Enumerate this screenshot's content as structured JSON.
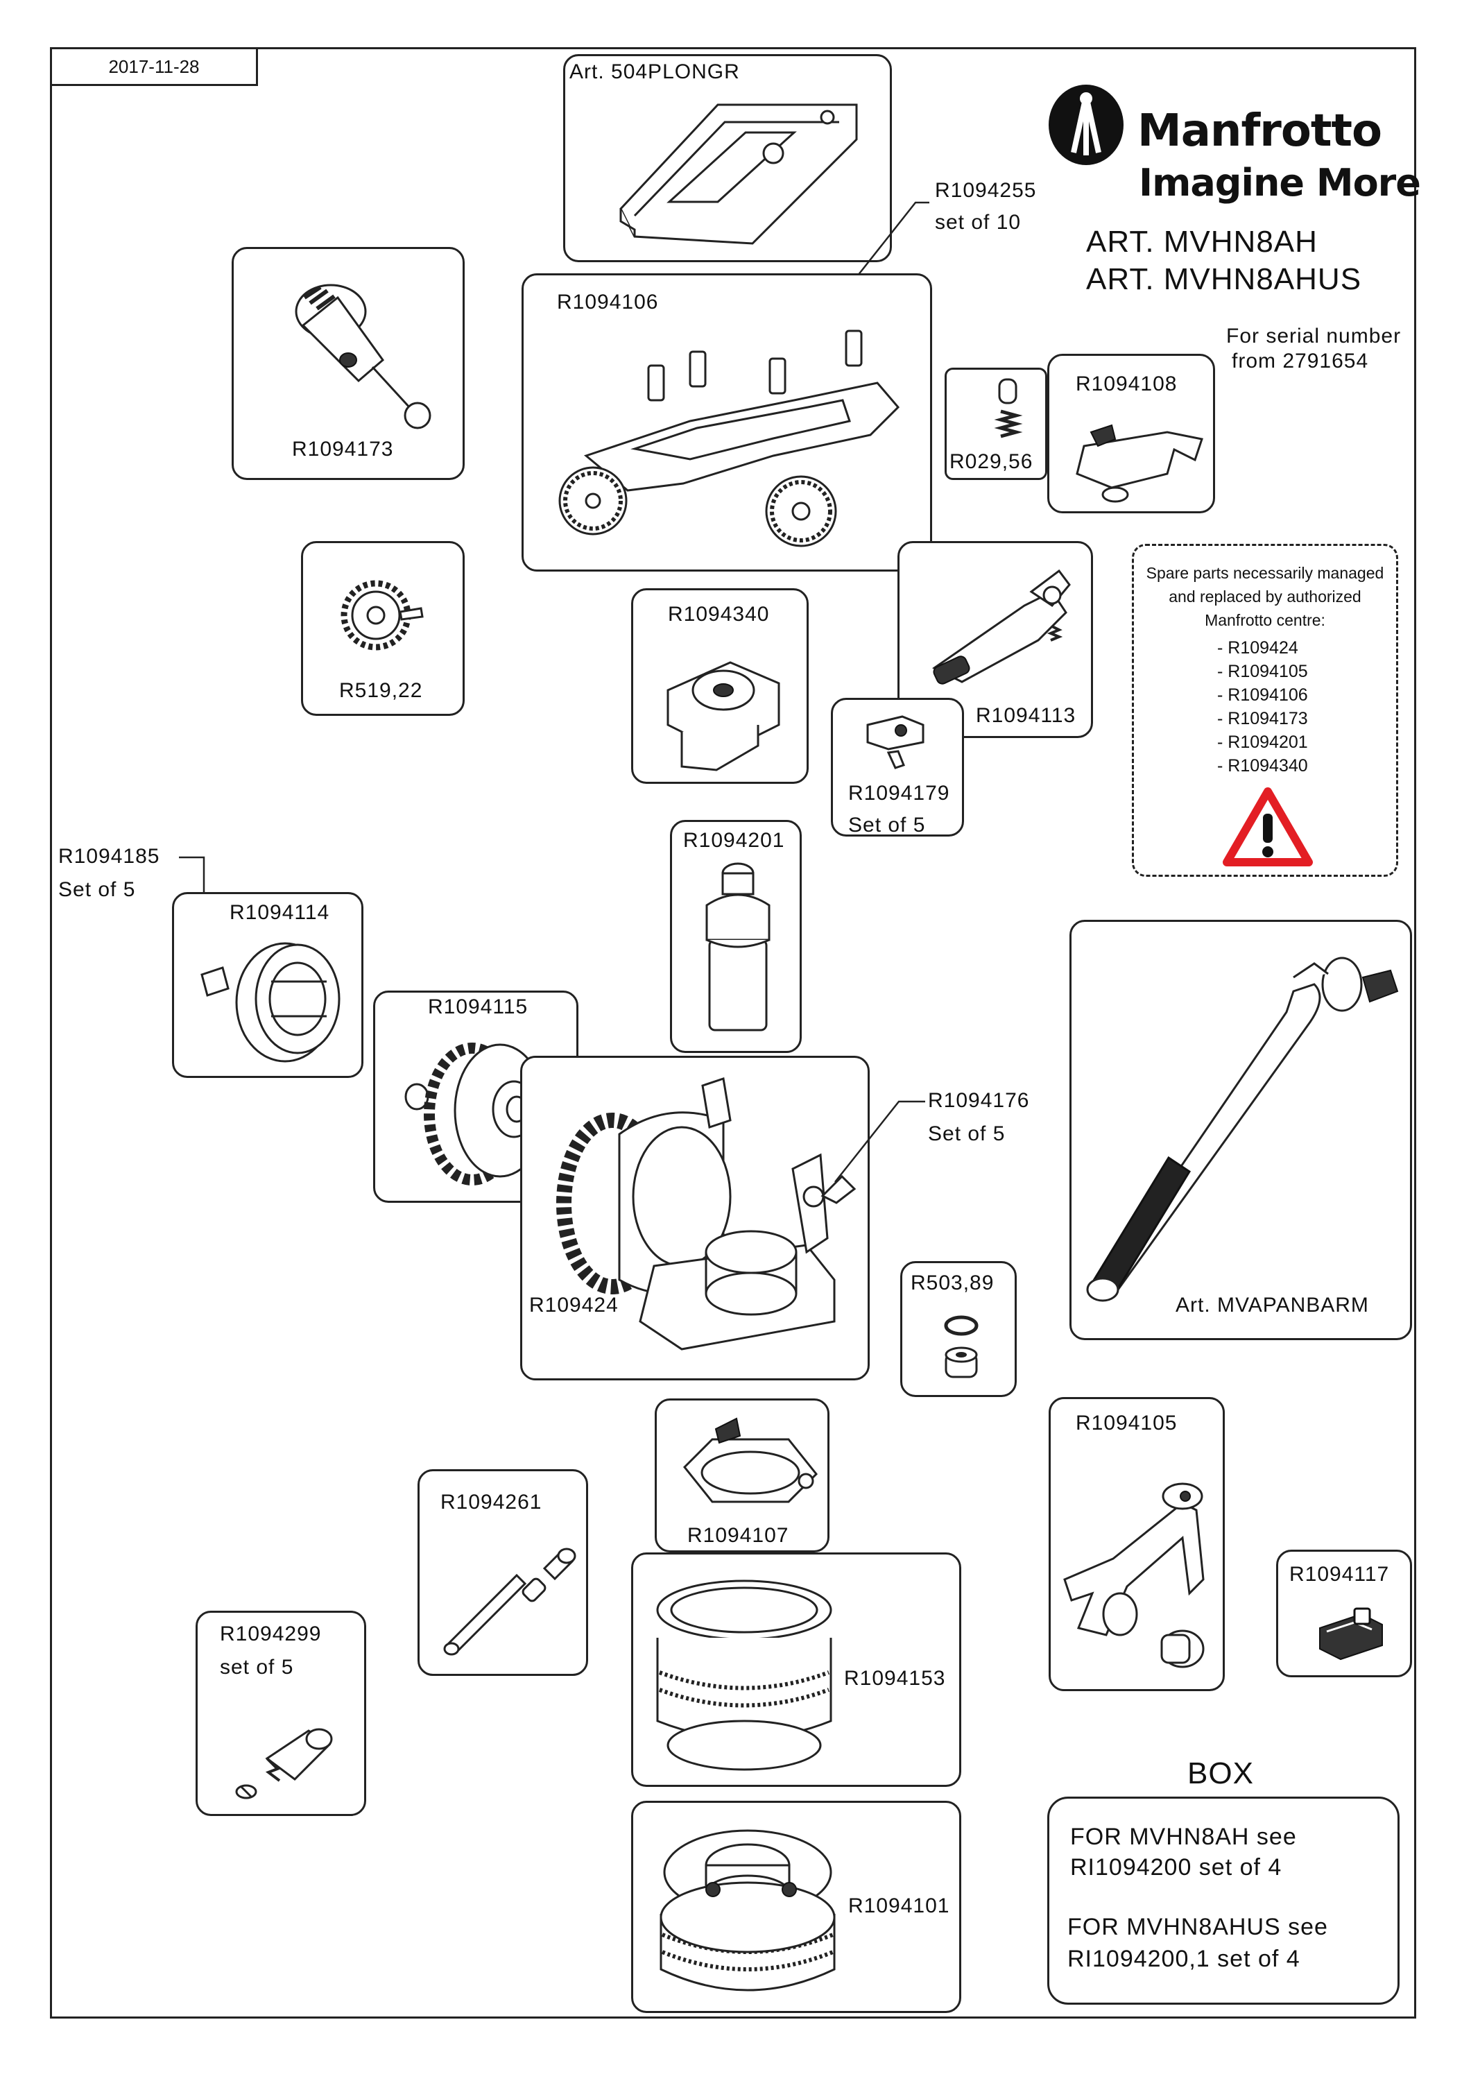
{
  "date": "2017-11-28",
  "brand": {
    "name": "Manfrotto",
    "tagline": "Imagine More"
  },
  "title": {
    "line1": "ART. MVHN8AH",
    "line2": "ART. MVHN8AHUS"
  },
  "serial": {
    "line1": "For serial number",
    "line2": "from 2791654"
  },
  "parts": {
    "plate": "Art. 504PLONGR",
    "screws_code": "R1094255",
    "screws_qty": "set of 10",
    "base": "R1094106",
    "knob": "R1094173",
    "spring_pin": "R029,56",
    "lever": "R1094108",
    "gear": "R519,22",
    "mount": "R1094340",
    "latch": "R1094113",
    "clip_code": "R1094179",
    "clip_qty": "Set of 5",
    "body_insert": "R1094201",
    "pin_code": "R1094185",
    "pin_qty": "Set of 5",
    "drum": "R1094114",
    "wheel": "R1094115",
    "head": "R109424",
    "wedge_code": "R1094176",
    "wedge_qty": "Set of 5",
    "ring_set": "R503,89",
    "pan_bar": "Art. MVAPANBARM",
    "clamp": "R1094107",
    "rod": "R1094261",
    "arm": "R1094105",
    "screw_set_code": "R1094299",
    "screw_set_qty": "set of 5",
    "bowl_ring": "R1094153",
    "bowl": "R1094101",
    "block": "R1094117"
  },
  "notice": {
    "heading": "Spare parts necessarily managed and replaced by authorized Manfrotto centre:",
    "items": [
      "- R109424",
      "- R1094105",
      "- R1094106",
      "- R1094173",
      "- R1094201",
      "- R1094340"
    ],
    "icon": "warning-triangle-icon"
  },
  "box": {
    "title": "BOX",
    "line1": "FOR MVHN8AH see",
    "line2": "RI1094200 set of 4",
    "line3": "FOR  MVHN8AHUS see",
    "line4": "RI1094200,1 set of 4"
  },
  "colors": {
    "warning": "#e31e24",
    "ink": "#222222"
  }
}
